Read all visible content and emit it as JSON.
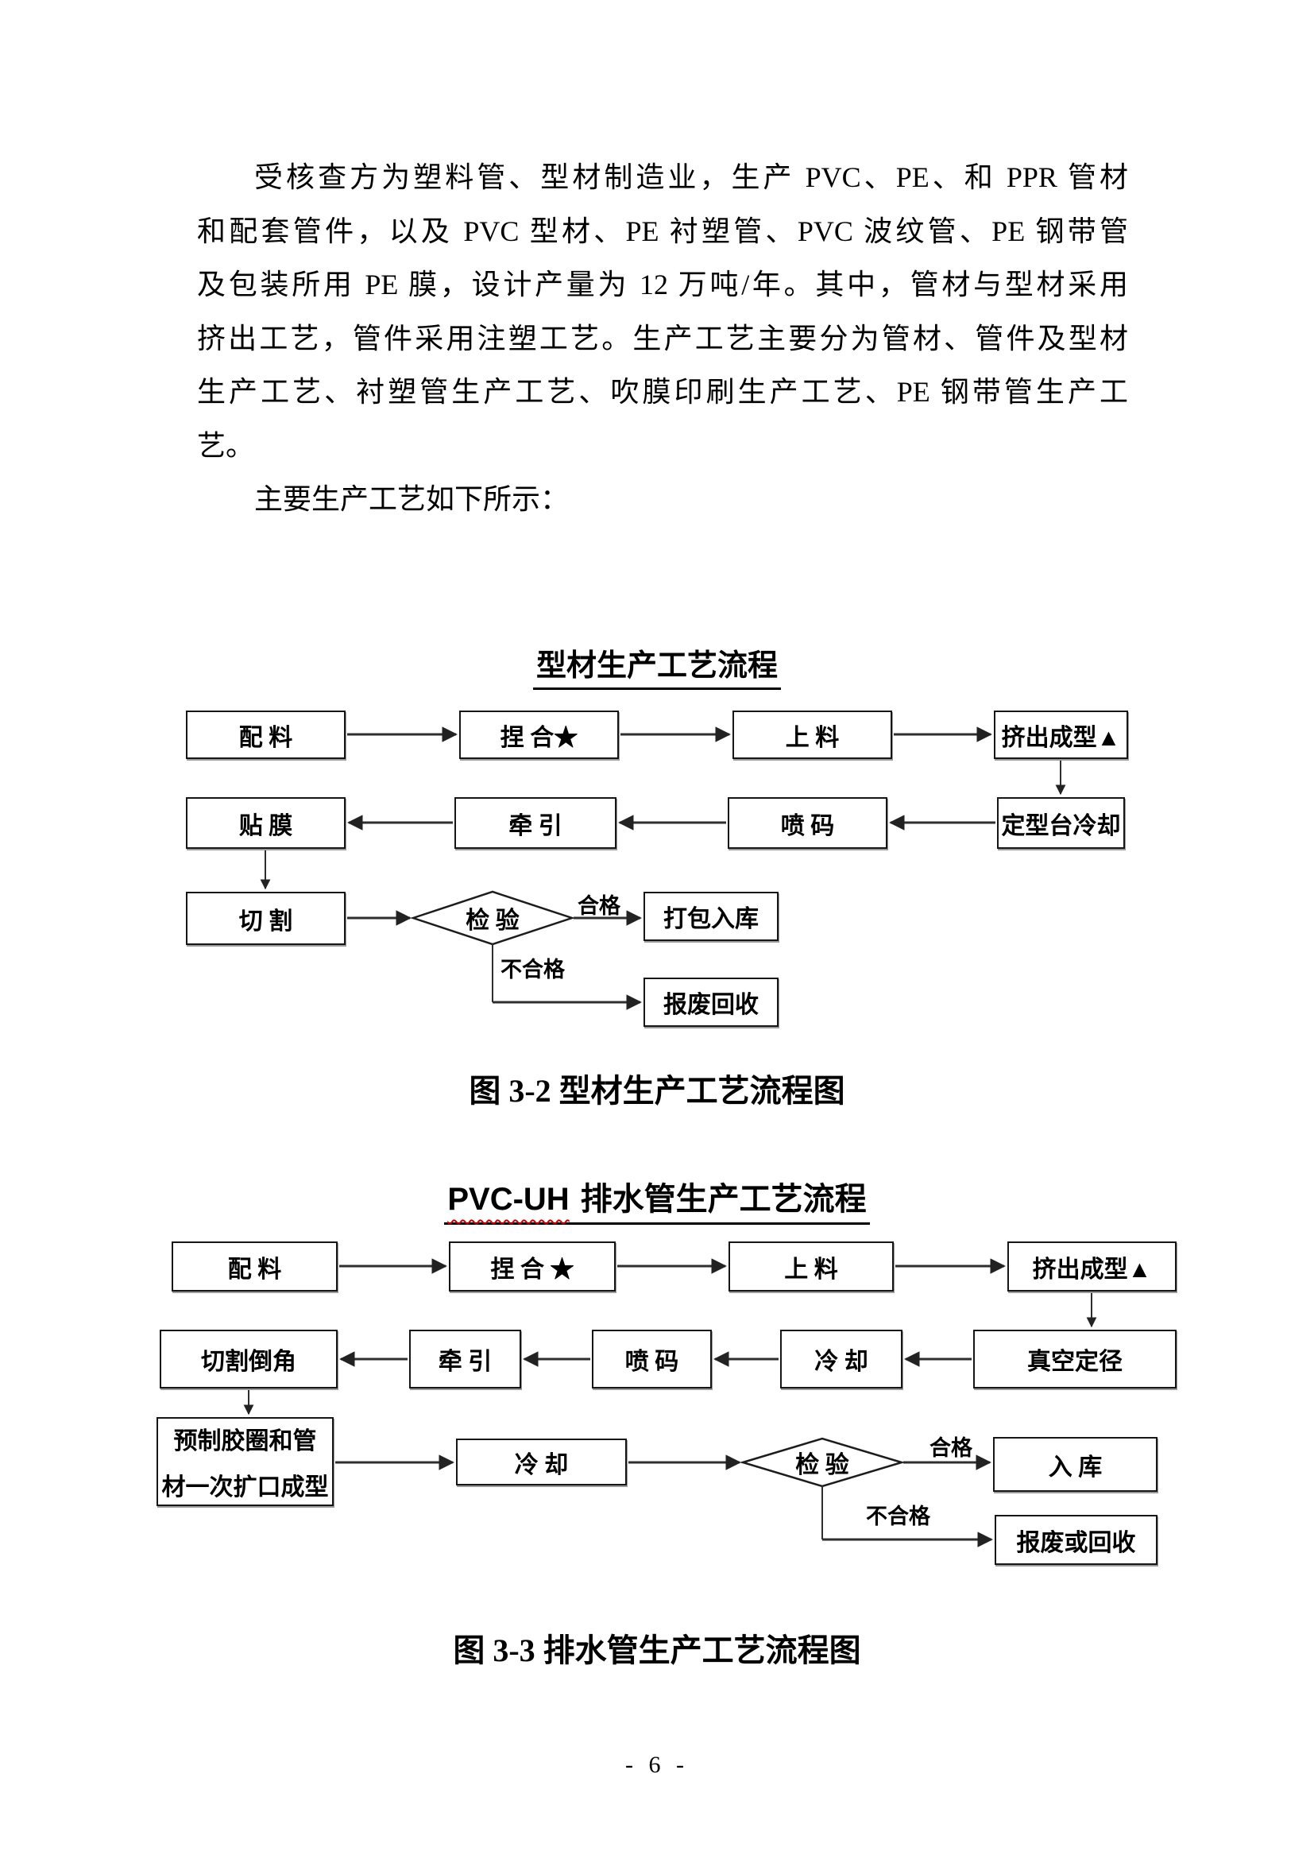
{
  "paragraph": {
    "lines": [
      "受核查方为塑料管、型材制造业，生产 PVC、PE、和 PPR 管材",
      "和配套管件，以及 PVC 型材、PE 衬塑管、PVC 波纹管、PE 钢带管",
      "及包装所用 PE 膜，设计产量为 12 万吨/年。其中，管材与型材采用",
      "挤出工艺，管件采用注塑工艺。生产工艺主要分为管材、管件及型材",
      "生产工艺、衬塑管生产工艺、吹膜印刷生产工艺、PE 钢带管生产工",
      "艺。",
      "主要生产工艺如下所示："
    ]
  },
  "figure1": {
    "title": "型材生产工艺流程",
    "caption": "图 3-2 型材生产工艺流程图",
    "nodes": {
      "batching": "配 料",
      "kneading": "捏 合★",
      "feeding": "上 料",
      "extrusion": "挤出成型▲",
      "film_lamination": "贴 膜",
      "traction": "牵 引",
      "inkjet_coding": "喷 码",
      "shaping_table_cooling": "定型台冷却",
      "cutting": "切 割",
      "inspection": "检 验",
      "packing_storage": "打包入库",
      "scrap_recycle": "报废回收",
      "pass": "合格",
      "fail": "不合格"
    }
  },
  "figure2": {
    "title_latin": "PVC-UH",
    "title_cn": "排水管生产工艺流程",
    "caption": "图 3-3 排水管生产工艺流程图",
    "nodes": {
      "batching": "配 料",
      "kneading": "捏 合 ★",
      "feeding": "上 料",
      "extrusion": "挤出成型▲",
      "vacuum_sizing": "真空定径",
      "cooling1": "冷 却",
      "inkjet_coding": "喷 码",
      "traction": "牵 引",
      "cut_chamfer": "切割倒角",
      "preform_line1": "预制胶圈和管",
      "preform_line2": "材一次扩口成型",
      "cooling2": "冷 却",
      "inspection": "检 验",
      "pass": "合格",
      "storage": "入 库",
      "fail": "不合格",
      "scrap_or_recycle": "报废或回收"
    }
  },
  "footer": {
    "page_number": "- 6 -"
  },
  "colors": {
    "accent_underline": "#c00000",
    "connector_line": "#2e2e2e"
  }
}
